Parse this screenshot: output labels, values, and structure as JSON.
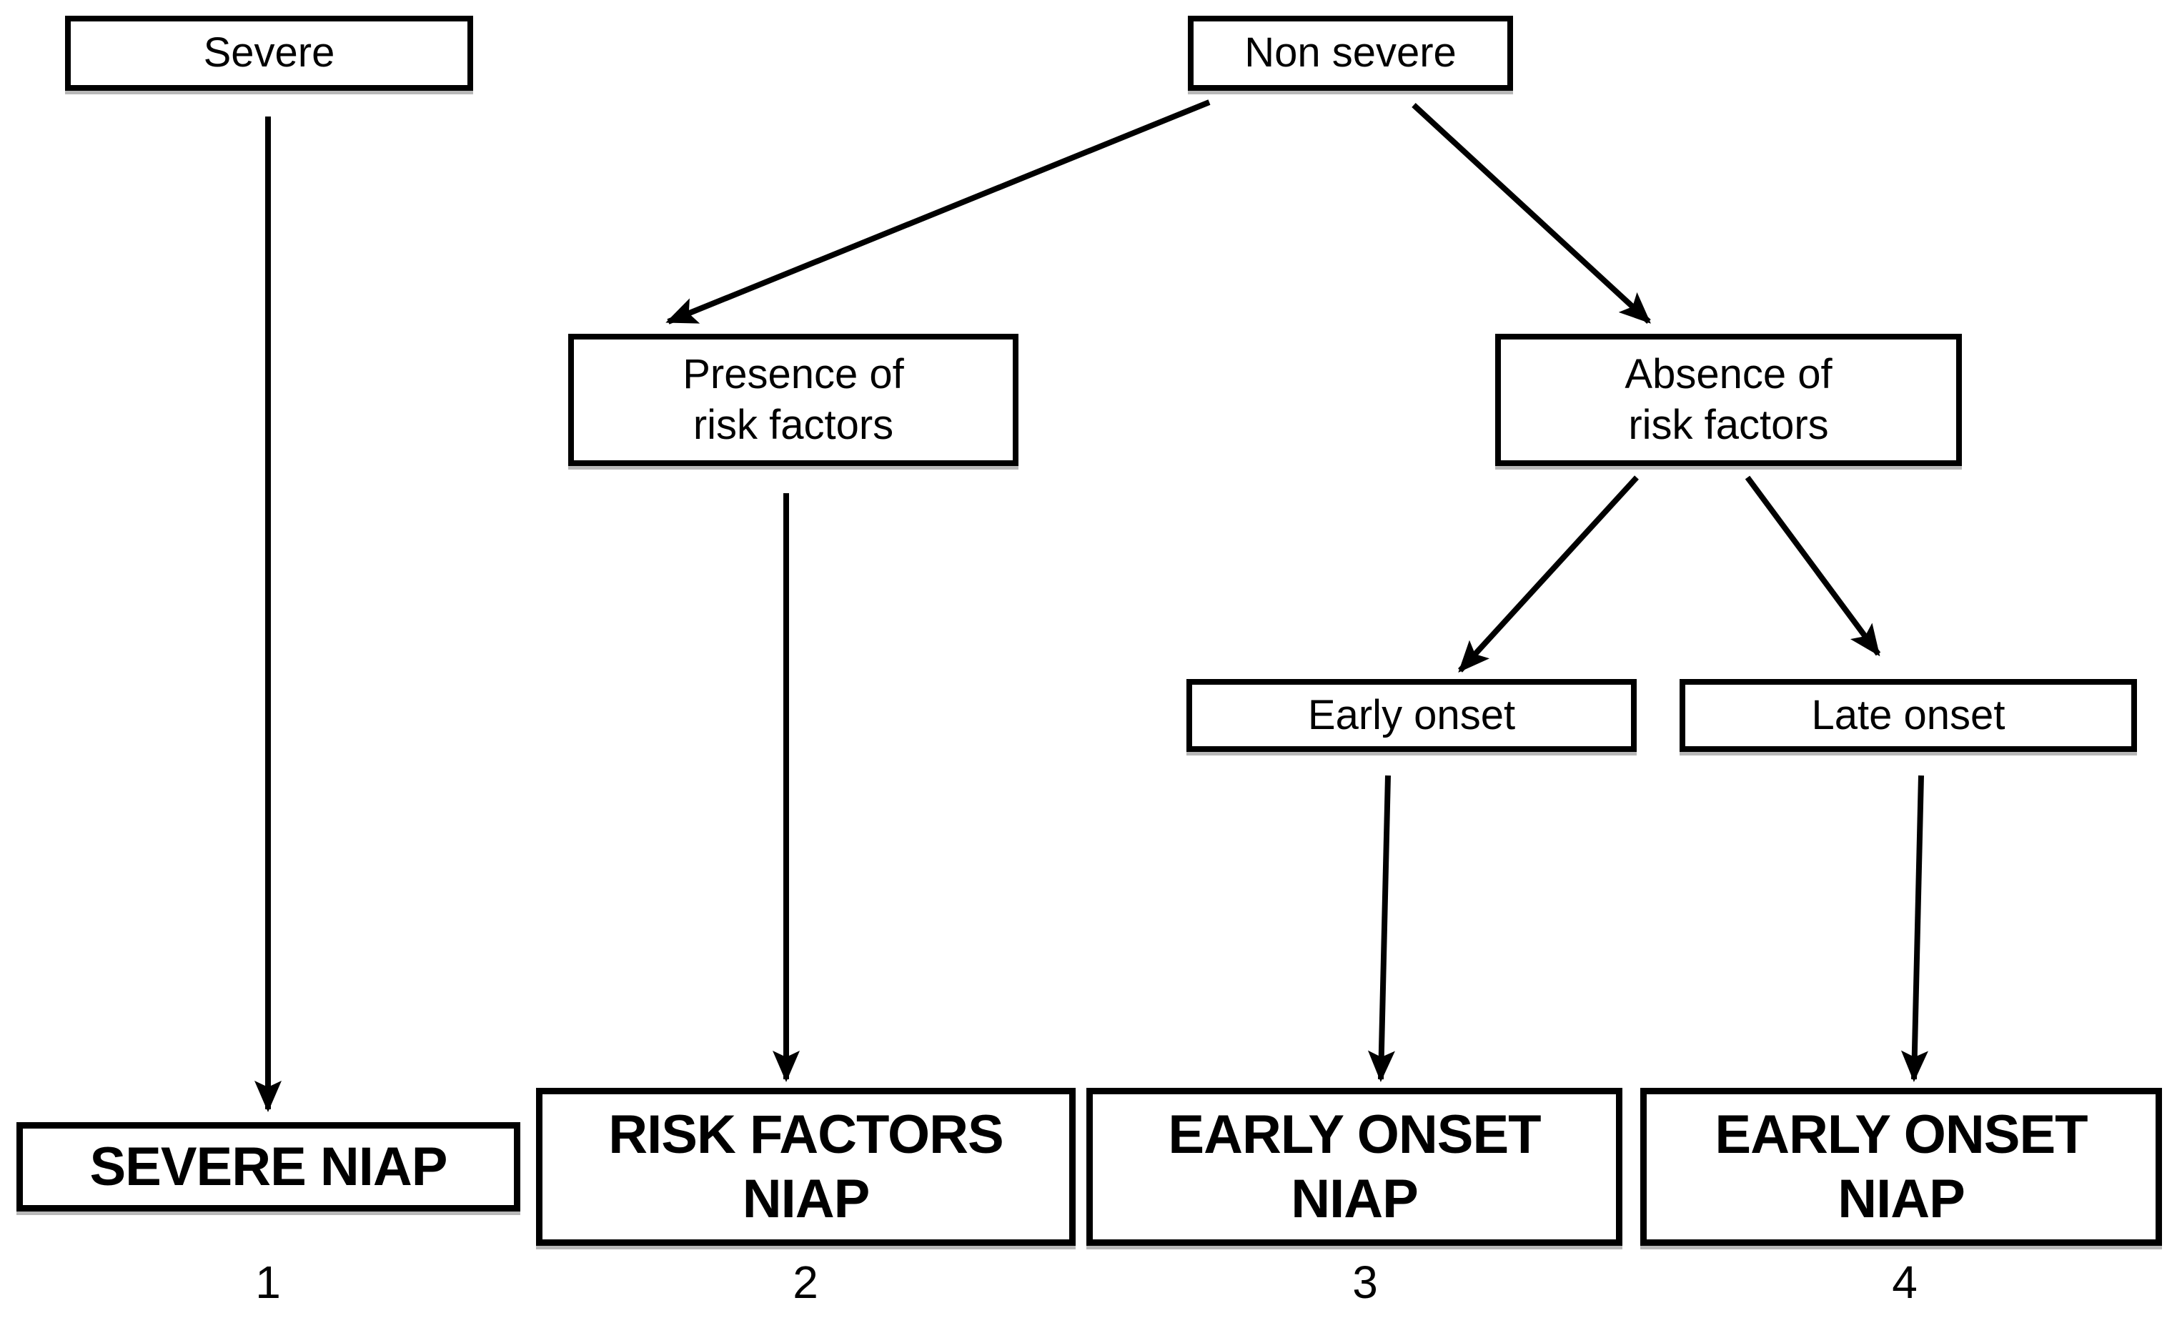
{
  "figure": {
    "background_color": "#ffffff",
    "line_color": "#000000",
    "text_color": "#000000"
  },
  "nodes": {
    "severe": {
      "label": "Severe"
    },
    "non_severe": {
      "label": "Non severe"
    },
    "presence_risk_factors": {
      "line1": "Presence of",
      "line2": "risk factors"
    },
    "absence_risk_factors": {
      "line1": "Absence of",
      "line2": "risk factors"
    },
    "early_onset": {
      "label": "Early onset"
    },
    "late_onset": {
      "label": "Late onset"
    },
    "severe_niap": {
      "label": "SEVERE NIAP",
      "number": "1"
    },
    "risk_factors_niap": {
      "line1": "RISK FACTORS",
      "line2": "NIAP",
      "number": "2"
    },
    "early_onset_niap_3": {
      "line1": "EARLY ONSET",
      "line2": "NIAP",
      "number": "3"
    },
    "early_onset_niap_4": {
      "line1": "EARLY ONSET",
      "line2": "NIAP",
      "number": "4"
    }
  }
}
